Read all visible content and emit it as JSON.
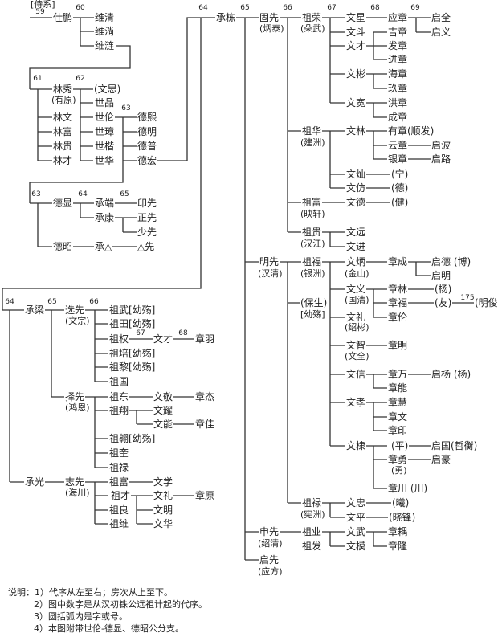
{
  "nodes": [
    "[侍系]",
    "仕鹏",
    "维清",
    "维淌",
    "维涟",
    "林秀",
    "(有原)",
    "林文",
    "林富",
    "林贵",
    "林才",
    "(文思)",
    "世品",
    "世伦",
    "世璋",
    "世楷",
    "世华",
    "德熙",
    "德明",
    "德普",
    "德宏",
    "德显",
    "承端",
    "印先",
    "承康",
    "正先",
    "少先",
    "德昭",
    "承△",
    "△先",
    "承栋",
    "固先",
    "(炳泰)",
    "祖荣",
    "(朵武)",
    "文星",
    "应章",
    "启全",
    "启义",
    "文斗",
    "文才",
    "吉章",
    "发章",
    "进章",
    "文彬",
    "海章",
    "玖章",
    "文宽",
    "洪章",
    "成章",
    "祖华",
    "(建洲)",
    "文林",
    "有章(顺发)",
    "云章",
    "启波",
    "银章",
    "启路",
    "文灿",
    "(宁)",
    "文仿",
    "(德)",
    "祖富",
    "(映轩)",
    "文德",
    "(健)",
    "祖贵",
    "(汉江)",
    "文远",
    "文进",
    "明先",
    "(汉清)",
    "祖福",
    "(银洲)",
    "文炳",
    "(金山)",
    "章成",
    "启德 (博)",
    "启明",
    "文义",
    "(国清)",
    "章林",
    "(杨)",
    "章福",
    "(友)",
    "(明俊)",
    "章伦",
    "(保生)",
    "[幼殇]",
    "文礼",
    "(绍彬)",
    "文智",
    "(文全)",
    "章明",
    "文信",
    "章万",
    "启杨 (杨)",
    "章能",
    "文孝",
    "章慧",
    "章文",
    "章印",
    "文棣",
    "(平)",
    "启国(哲衡)",
    "章勇",
    "(勇)",
    "启豪",
    "章川 (川)",
    "祖禄",
    "(宪洲)",
    "文忠",
    "(曦)",
    "文平",
    "(晓锋)",
    "申先",
    "(绍清)",
    "祖业",
    "祖发",
    "文武",
    "文模",
    "章耦",
    "章隆",
    "启先",
    "(应方)",
    "承梁",
    "选先",
    "(文宗)",
    "祖武[幼殇]",
    "祖田[幼殇]",
    "祖权",
    "文才",
    "章羽",
    "祖培[幼殇]",
    "祖黎[幼殇]",
    "祖国",
    "择先",
    "(鸿恩)",
    "祖东",
    "文敬",
    "章杰",
    "祖翔",
    "文耀",
    "文能",
    "章佳",
    "祖翱[幼殇]",
    "祖奎",
    "祖禄",
    "承光",
    "志先",
    "(海川)",
    "祖富",
    "文学",
    "祖才",
    "文礼",
    "章原",
    "祖良",
    "祖维",
    "文明",
    "文华"
  ],
  "generations": [
    "59",
    "60",
    "61",
    "62",
    "63",
    "63",
    "64",
    "65",
    "64",
    "65",
    "66",
    "67",
    "68",
    "69",
    "175",
    "64",
    "65",
    "66",
    "67",
    "68"
  ],
  "notes": [
    "说明：1）代序从左至右；房次从上至下。",
    "2）图中数字是从汉初铢公远祖计起的代序。",
    "3）圆括弧内是字或号。",
    "4）本图附带世伦-德显、德昭公分支。"
  ]
}
